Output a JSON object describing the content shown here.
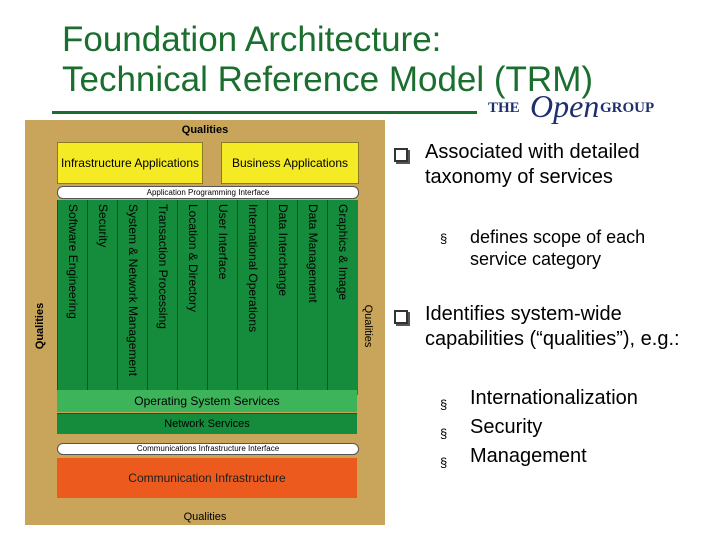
{
  "title": {
    "line1": "Foundation Architecture:",
    "line2": "Technical Reference Model (TRM)"
  },
  "logo": {
    "the": "THE",
    "open": "Open",
    "group": "GROUP"
  },
  "diagram": {
    "qualities_top": "Qualities",
    "qualities_left": "Qualities",
    "qualities_right": "Qualities",
    "qualities_bottom": "Qualities",
    "infrastructure_apps": "Infrastructure Applications",
    "business_apps": "Business Applications",
    "api": "Application Programming Interface",
    "services": [
      "Software Engineering",
      "Security",
      "System & Network Management",
      "Transaction Processing",
      "Location & Directory",
      "User Interface",
      "International Operations",
      "Data Interchange",
      "Data Management",
      "Graphics & Image"
    ],
    "os_services": "Operating System Services",
    "network_services": "Network Services",
    "comm_interface": "Communications Infrastructure Interface",
    "comm_infrastructure": "Communication Infrastructure"
  },
  "bullets": {
    "b1": "Associated with detailed taxonomy of services",
    "b1_sub": "defines scope of each service category",
    "b2": "Identifies system-wide capabilities (“qualities”), e.g.:",
    "b2_subs": [
      "Internationalization",
      "Security",
      "Management"
    ],
    "sub_marker": "§"
  },
  "colors": {
    "title": "#1a6e2e",
    "frame": "#c8a55a",
    "apps": "#f4eb24",
    "services": "#148c3c",
    "os": "#3db35a",
    "comm": "#ec5a1e",
    "logo": "#1f2f6e"
  }
}
